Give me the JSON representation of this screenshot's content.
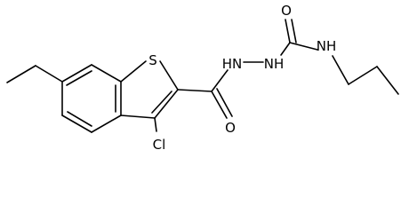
{
  "molecule": {
    "atoms": {
      "sulfur": "S",
      "chlorine": "Cl",
      "carbonyl_oxygen_1": "O",
      "hydrazide_nh_1": "HN",
      "hydrazide_nh_2": "NH",
      "carbonyl_oxygen_2": "O",
      "amide_nh": "NH"
    },
    "colors": {
      "bond": "#000000",
      "label": "#000000",
      "background": "#ffffff"
    }
  }
}
